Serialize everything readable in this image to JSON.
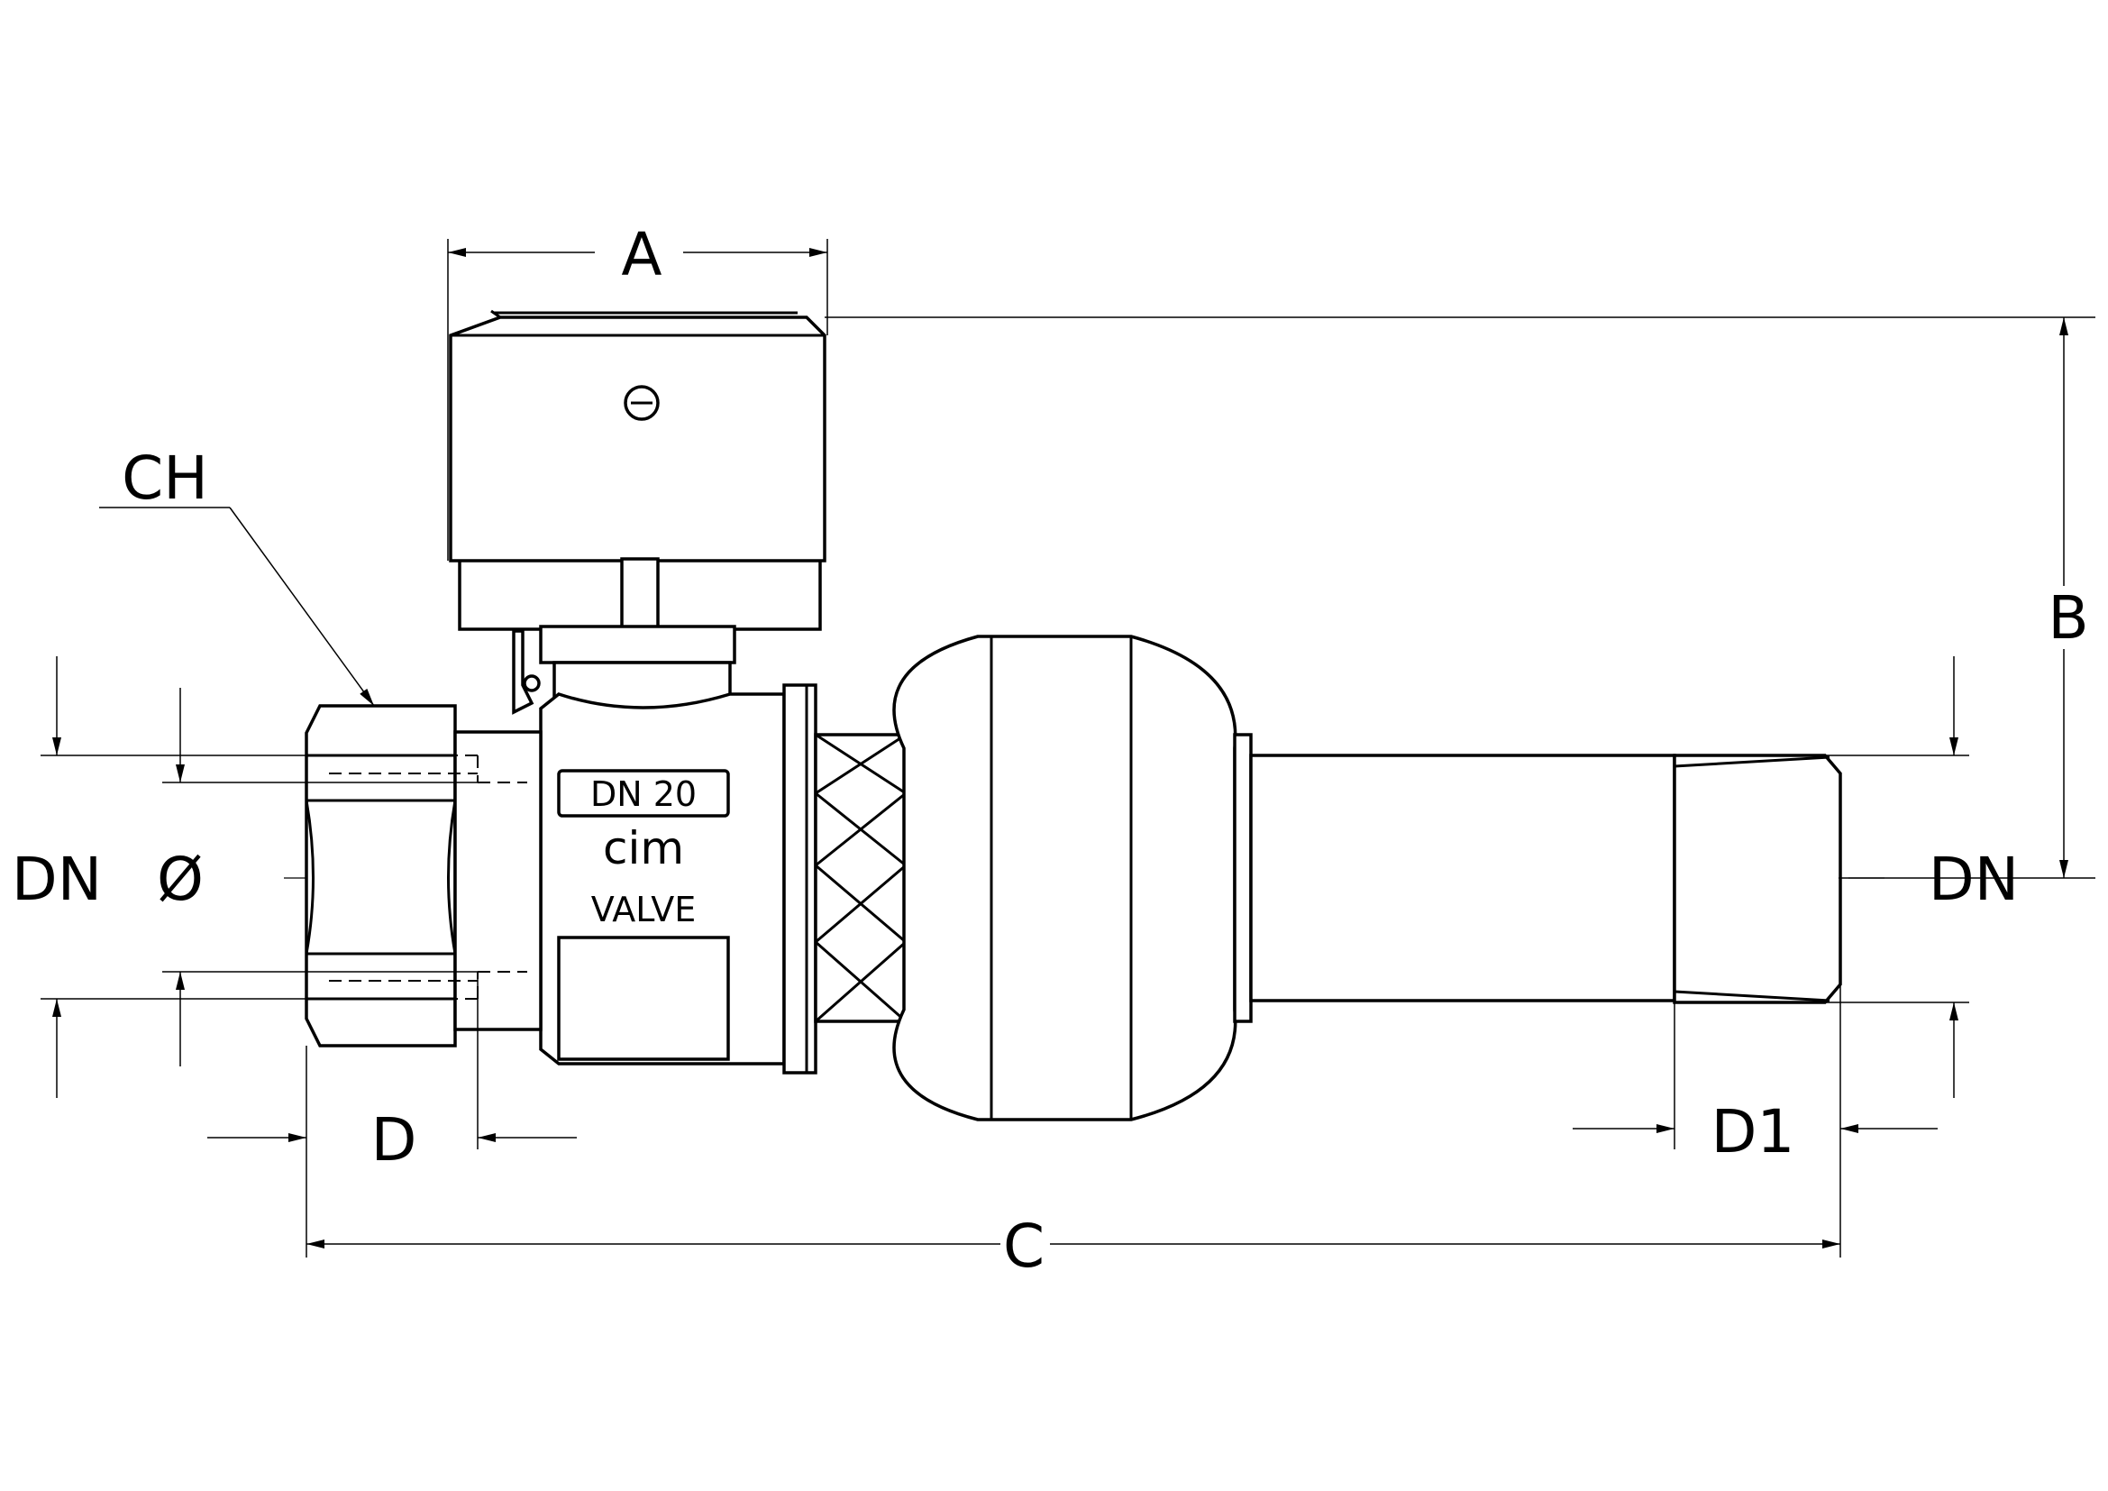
{
  "drawing": {
    "dimensions": {
      "a": "A",
      "b": "B",
      "c": "C",
      "ch": "CH",
      "d": "D",
      "d1": "D1",
      "dn_left": "DN",
      "diameter": "Ø",
      "dn_right": "DN"
    },
    "body_marking": {
      "size": "DN  20",
      "brand": "cim",
      "model": "VALVE"
    },
    "colors": {
      "line": "#000000",
      "background": "#ffffff"
    }
  }
}
